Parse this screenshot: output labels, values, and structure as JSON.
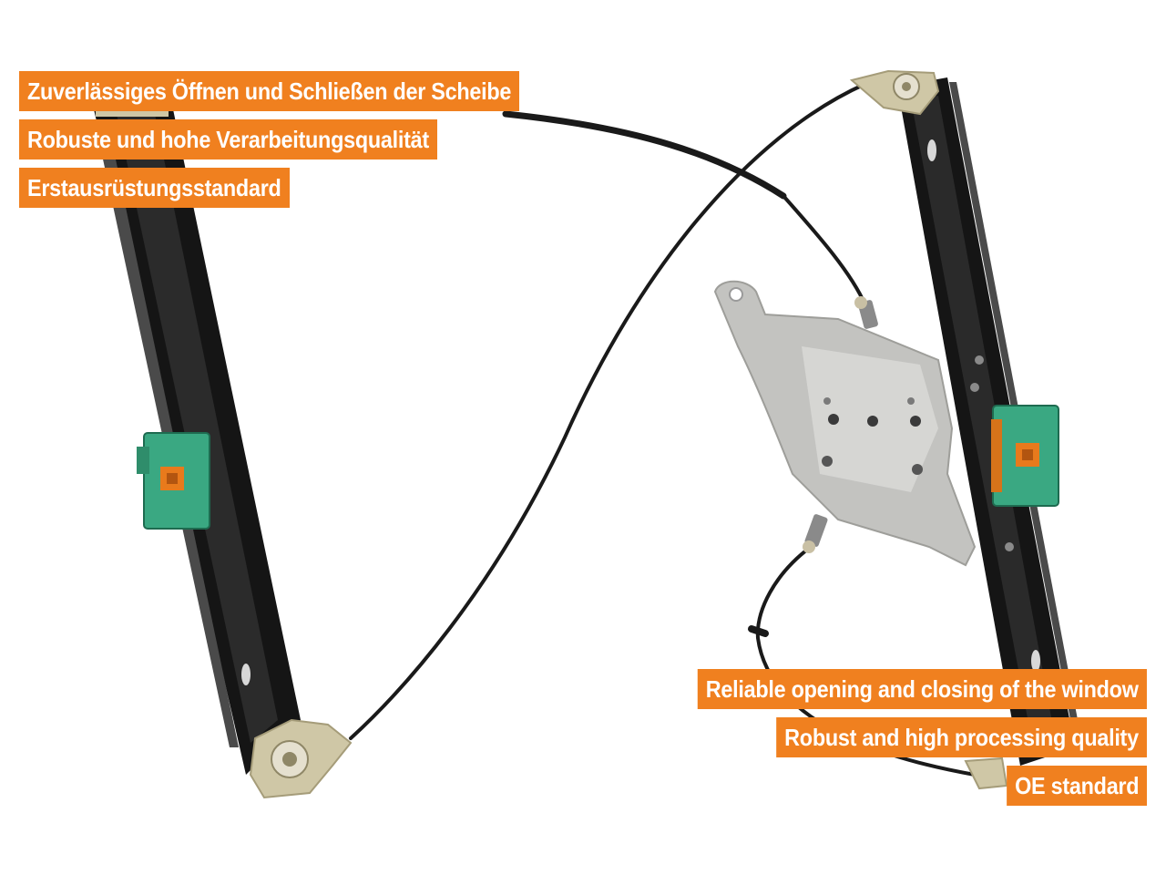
{
  "accent_color": "#f0801f",
  "labels_de": [
    "Zuverlässiges Öffnen und Schließen der Scheibe",
    "Robuste und hohe Verarbeitungsqualität",
    "Erstausrüstungsstandard"
  ],
  "labels_en": [
    "Reliable opening and closing of the window",
    "Robust and high processing quality",
    "OE standard"
  ]
}
